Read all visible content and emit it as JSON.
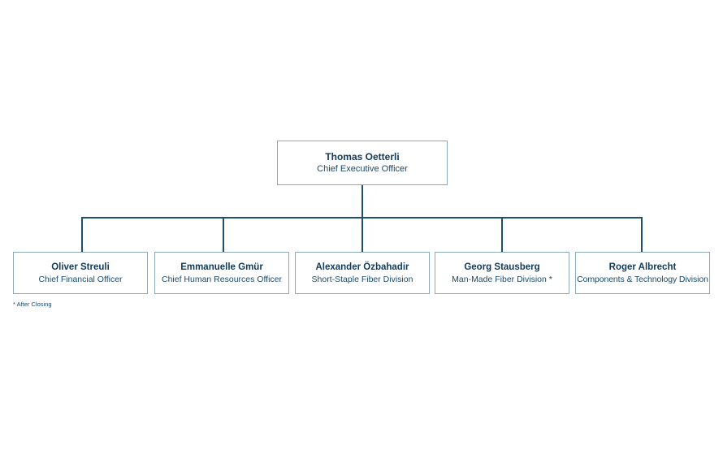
{
  "chart_data": {
    "type": "diagram",
    "diagram_type": "org-chart",
    "title": "",
    "root": {
      "name": "Thomas Oetterli",
      "title": "Chief Executive Officer"
    },
    "reports": [
      {
        "name": "Oliver Streuli",
        "title": "Chief Financial Officer"
      },
      {
        "name": "Emmanuelle Gmür",
        "title": "Chief Human Resources Officer"
      },
      {
        "name": "Alexander Özbahadir",
        "title": "Short-Staple Fiber Division"
      },
      {
        "name": "Georg Stausberg",
        "title": "Man-Made Fiber Division *"
      },
      {
        "name": "Roger Albrecht",
        "title": "Components & Technology Division"
      }
    ],
    "footnote": "* After Closing",
    "colors": {
      "background": "#ffffff",
      "connector": "#1f5266",
      "box_border": "#8aa9bd",
      "name_text": "#123a5a",
      "title_text": "#1b4a6b"
    }
  }
}
